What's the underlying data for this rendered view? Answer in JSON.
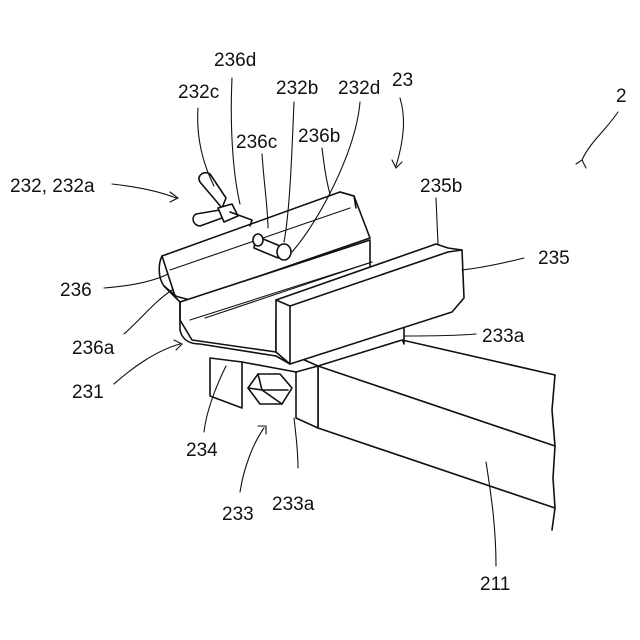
{
  "labels": {
    "l2": "2",
    "l23": "23",
    "l232": "232, 232a",
    "l232b": "232b",
    "l232c": "232c",
    "l232d": "232d",
    "l236d": "236d",
    "l236c": "236c",
    "l236b": "236b",
    "l235b": "235b",
    "l235": "235",
    "l236": "236",
    "l236a": "236a",
    "l233a_right": "233a",
    "l231": "231",
    "l234": "234",
    "l233": "233",
    "l233a_bottom": "233a",
    "l211": "211"
  }
}
